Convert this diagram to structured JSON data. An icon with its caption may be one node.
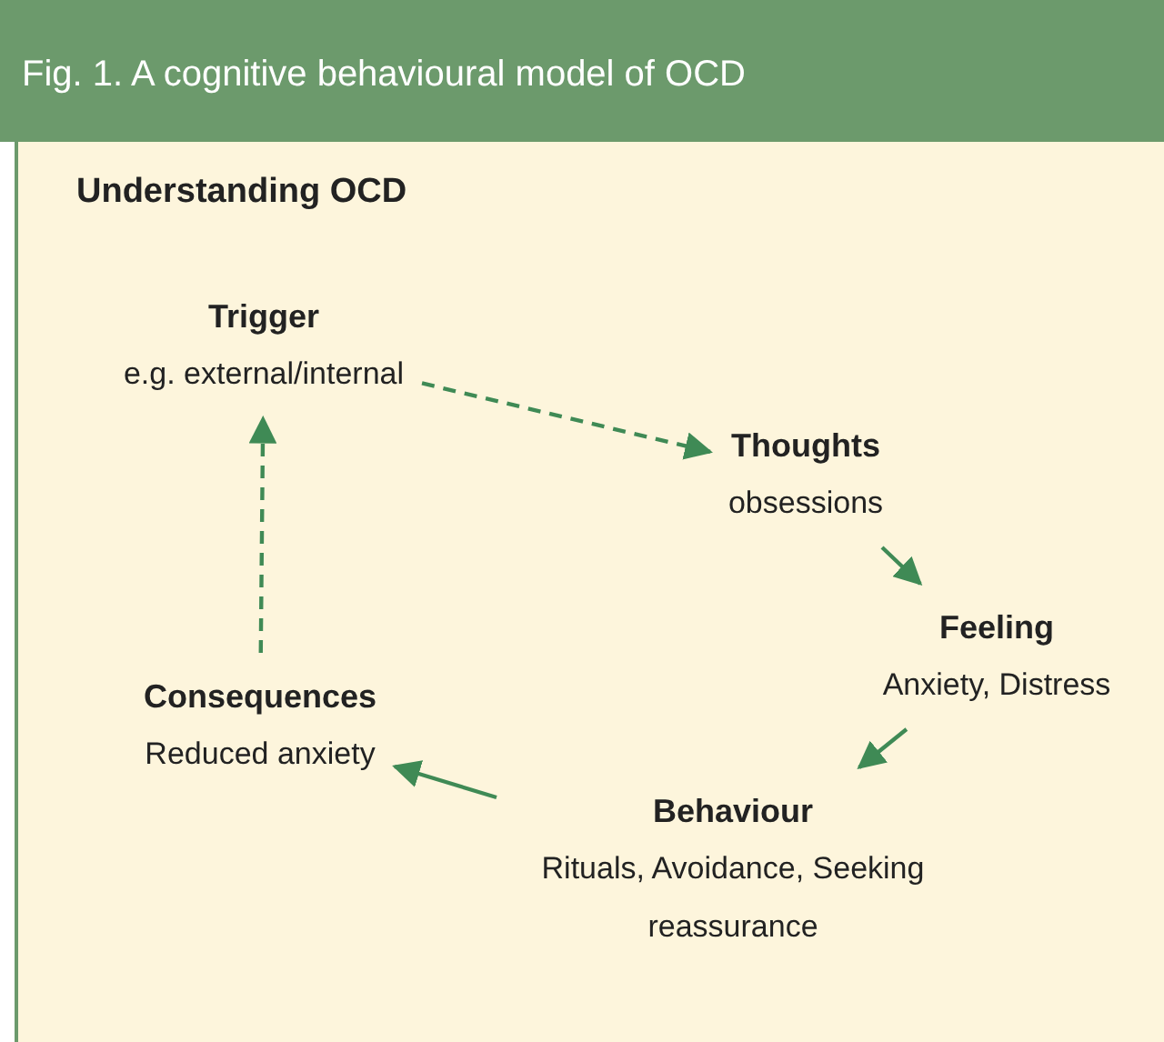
{
  "diagram": {
    "title": "Fig. 1. A cognitive behavioural model of OCD",
    "nodes": [
      {
        "text": [
          "Trigger",
          "e.g. external/internal"
        ]
      },
      {
        "text": [
          "Thoughts",
          "obsessions"
        ]
      },
      {
        "text": [
          "Feeling",
          "Anxiety, Distress"
        ]
      },
      {
        "text": [
          "Behaviour",
          "Rituals, Avoidance, Seeking reassurance"
        ]
      },
      {
        "text": [
          "Consequences",
          "Reduced anxiety"
        ]
      }
    ],
    "edges": [
      {
        "from": 0,
        "to": 1,
        "arrow": "to",
        "style": "dashed"
      },
      {
        "from": 1,
        "to": 2,
        "arrow": "to"
      },
      {
        "from": 2,
        "to": 3,
        "arrow": "to"
      },
      {
        "from": 3,
        "to": 4,
        "arrow": "to"
      },
      {
        "from": 4,
        "to": 0,
        "arrow": "to",
        "style": "dashed"
      }
    ],
    "labels": [
      "Understanding OCD"
    ]
  }
}
